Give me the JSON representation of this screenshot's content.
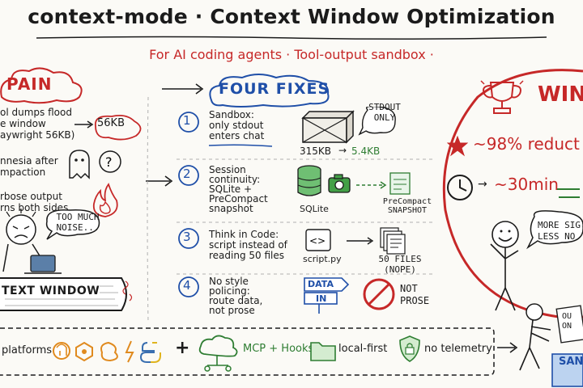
{
  "title": "context-mode · Context Window Optimization",
  "subtitle": "For AI coding agents · Tool-output sandbox ·",
  "pain": {
    "heading": "PAIN",
    "items": [
      {
        "text_lines": [
          "ol dumps flood",
          "e window",
          "aywright 56KB)"
        ],
        "callout": "56KB"
      },
      {
        "text_lines": [
          "nnesia after",
          "mpaction"
        ]
      },
      {
        "text_lines": [
          "rbose output",
          "rns both sides"
        ]
      }
    ],
    "speech": [
      "TOO MUCH",
      "NOISE..."
    ],
    "window_label": "TEXT WINDOW"
  },
  "fixes": {
    "heading": "FOUR FIXES",
    "items": [
      {
        "number": "1",
        "lines": [
          "Sandbox:",
          "only stdout",
          "enters chat"
        ],
        "bubble": [
          "STDOUT",
          "ONLY"
        ],
        "size_from": "315KB",
        "size_to": "5.4KB"
      },
      {
        "number": "2",
        "lines": [
          "Session",
          "continuity:",
          "SQLite +",
          "PreCompact",
          "snapshot"
        ],
        "db_label": "SQLite",
        "doc_labels": [
          "PreCompact",
          "SNAPSHOT"
        ]
      },
      {
        "number": "3",
        "lines": [
          "Think in Code:",
          "script instead of",
          "reading 50 files"
        ],
        "script_label": "script.py",
        "files_label": [
          "50 FILES",
          "(NOPE)"
        ]
      },
      {
        "number": "4",
        "lines": [
          "No style",
          "policing:",
          "route data,",
          "not prose"
        ],
        "sign": [
          "DATA",
          "IN"
        ],
        "not_label": [
          "NOT",
          "PROSE"
        ]
      }
    ]
  },
  "wins": {
    "heading": "WIN",
    "reduction": "~98% reduct",
    "time": "~30min",
    "speech": [
      "MORE SIG",
      "LESS NO"
    ]
  },
  "footer": {
    "platforms": "platforms",
    "mcp": "MCP + Hooks",
    "local": "local-first",
    "telemetry": "no telemetry",
    "box_label": "SAN",
    "paper": [
      "OU",
      "ON"
    ]
  },
  "colors": {
    "blue": "#1f4fa8",
    "red": "#c62828",
    "green": "#2e7d32",
    "ink": "#1b1b1b"
  }
}
